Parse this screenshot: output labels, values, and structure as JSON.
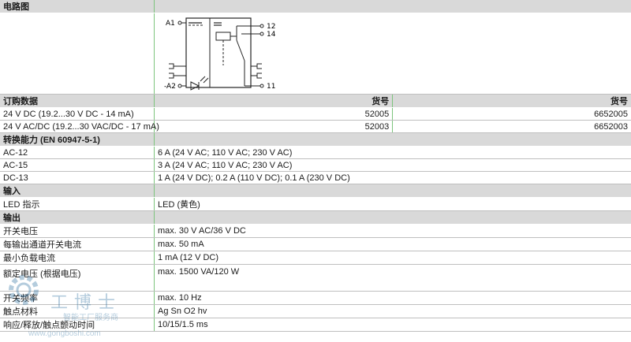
{
  "sections": {
    "circuit": "电路图",
    "order": "订购数据",
    "switching": "转换能力 (EN 60947-5-1)",
    "input": "输入",
    "output": "输出"
  },
  "diagram": {
    "a1": "A1",
    "a2": "-A2",
    "t12": "12",
    "t14": "14",
    "t11": "11"
  },
  "order_header": {
    "col2": "货号",
    "col3": "货号"
  },
  "order_rows": [
    {
      "desc": "24 V DC (19.2...30 V DC - 14 mA)",
      "no1": "52005",
      "no2": "6652005"
    },
    {
      "desc": "24 V AC/DC (19.2...30 VAC/DC - 17 mA)",
      "no1": "52003",
      "no2": "6652003"
    }
  ],
  "switching_rows": [
    {
      "label": "AC-12",
      "value": "6 A (24 V AC; 110 V AC; 230 V AC)"
    },
    {
      "label": "AC-15",
      "value": "3 A (24 V AC; 110 V AC; 230 V AC)"
    },
    {
      "label": "DC-13",
      "value": "1 A (24 V DC); 0.2 A (110 V DC); 0.1 A (230 V DC)"
    }
  ],
  "input_rows": [
    {
      "label": "LED 指示",
      "value": "LED (黄色)"
    }
  ],
  "output_rows": [
    {
      "label": "开关电压",
      "value": "max. 30 V AC/36 V DC"
    },
    {
      "label": "每输出通道开关电流",
      "value": "max. 50 mA"
    },
    {
      "label": "最小负载电流",
      "value": "1 mA (12 V DC)"
    },
    {
      "label": "额定电压 (根据电压)",
      "value": "max. 1500 VA/120 W"
    },
    {
      "label": "开关频率",
      "value": "max. 10 Hz"
    },
    {
      "label": "触点材料",
      "value": "Ag Sn O2 hv"
    },
    {
      "label": "响应/释放/触点颤动时间",
      "value": "10/15/1.5 ms"
    }
  ],
  "watermark": {
    "title": "工博士",
    "subtitle": "智能工厂服务商",
    "url": "www.gongboshi.com"
  },
  "colors": {
    "section_bg": "#d9d9d9",
    "divider": "#7cc47c",
    "watermark": "#2b6fa0"
  }
}
